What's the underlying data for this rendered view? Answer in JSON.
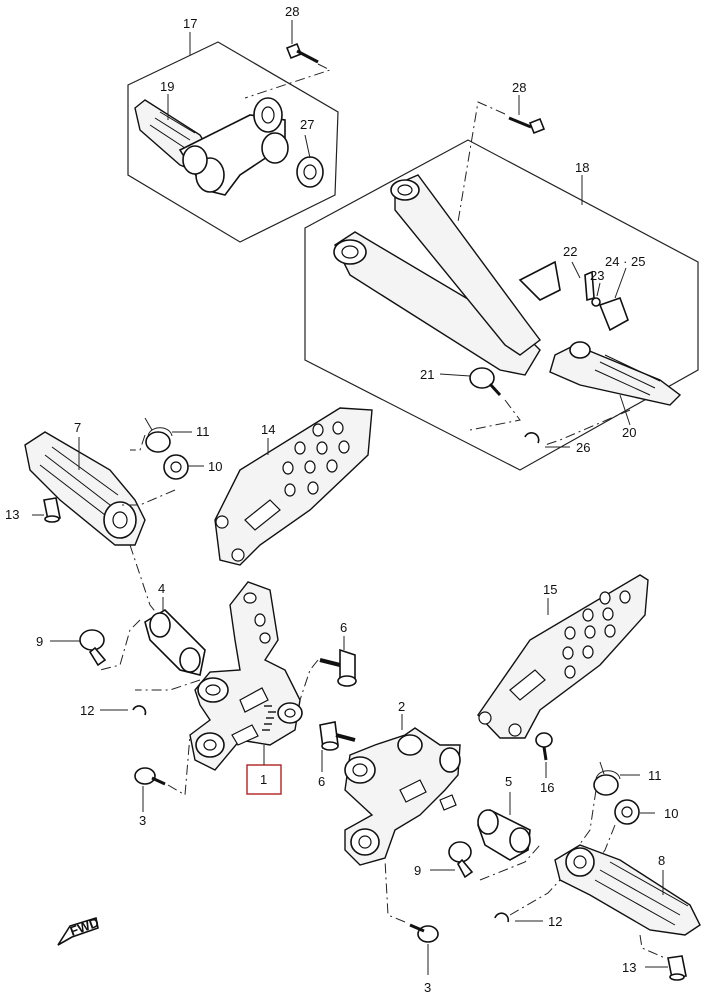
{
  "diagram": {
    "fwd_label": "FWD",
    "highlight_color": "#b22222",
    "callouts": {
      "c17": "17",
      "c28a": "28",
      "c19": "19",
      "c27": "27",
      "c28b": "28",
      "c18": "18",
      "c22": "22",
      "c23": "23",
      "c2425": "24 · 25",
      "c21": "21",
      "c20": "20",
      "c26": "26",
      "c7": "7",
      "c11a": "11",
      "c10a": "10",
      "c14": "14",
      "c13a": "13",
      "c4": "4",
      "c9a": "9",
      "c6a": "6",
      "c12a": "12",
      "c15": "15",
      "c1": "1",
      "c2": "2",
      "c3a": "3",
      "c6b": "6",
      "c16": "16",
      "c11b": "11",
      "c5": "5",
      "c10b": "10",
      "c9b": "9",
      "c8": "8",
      "c12b": "12",
      "c13b": "13",
      "c3b": "3"
    }
  }
}
